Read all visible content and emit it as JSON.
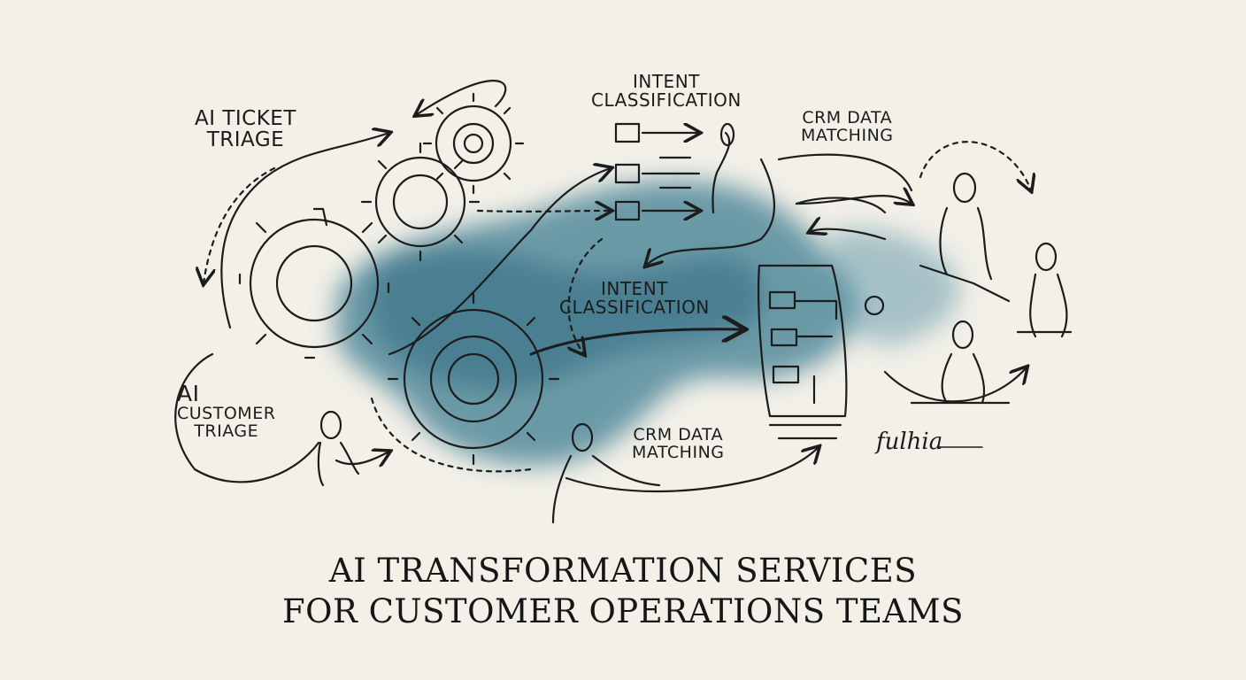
{
  "labels": {
    "ticket_triage": [
      "AI TICKET",
      "TRIAGE"
    ],
    "intent_top": [
      "INTENT",
      "CLASSIFICATION"
    ],
    "crm_top": [
      "CRM DATA",
      "MATCHING"
    ],
    "intent_mid": [
      "INTENT",
      "CLASSIFICATION"
    ],
    "customer_triage": [
      "AI",
      "CUSTOMER",
      "TRIAGE"
    ],
    "crm_bottom": [
      "CRM DATA",
      "MATCHING"
    ]
  },
  "title": [
    "AI TRANSFORMATION  SERVICES",
    "FOR CUSTOMER OPERATIONS TEAMS"
  ],
  "signature": "fulhia",
  "colors": {
    "ink": "#1c1c1c",
    "watercolor": "#3f7c92",
    "paper": "#f3f0e8"
  }
}
